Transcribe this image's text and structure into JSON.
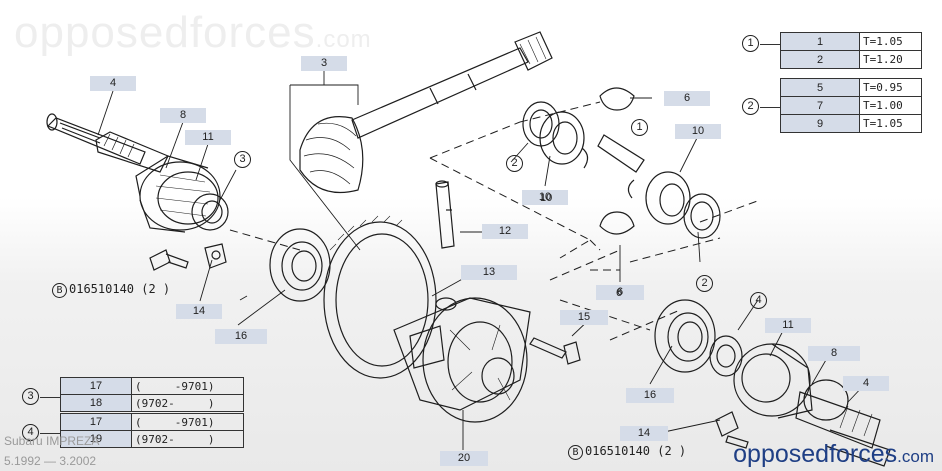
{
  "watermark": {
    "top_main": "opposedforces",
    "top_tld": ".com",
    "br_main": "opposedforces",
    "br_tld": ".com"
  },
  "meta": {
    "model": "Subaru IMPREZA",
    "period": "5.1992 — 3.2002"
  },
  "callouts": [
    {
      "id": "4-top",
      "text": "4"
    },
    {
      "id": "8-top",
      "text": "8"
    },
    {
      "id": "11-top",
      "text": "11"
    },
    {
      "id": "3-top",
      "text": "3"
    },
    {
      "id": "6-top",
      "text": "6"
    },
    {
      "id": "10-top",
      "text": "10"
    },
    {
      "id": "10-mid",
      "text": "10"
    },
    {
      "id": "12",
      "text": "12"
    },
    {
      "id": "13",
      "text": "13"
    },
    {
      "id": "14-left",
      "text": "14"
    },
    {
      "id": "16-left",
      "text": "16"
    },
    {
      "id": "15",
      "text": "15"
    },
    {
      "id": "6-bottom",
      "text": "6"
    },
    {
      "id": "16-right",
      "text": "16"
    },
    {
      "id": "11-right",
      "text": "11"
    },
    {
      "id": "8-right",
      "text": "8"
    },
    {
      "id": "4-right",
      "text": "4"
    },
    {
      "id": "14-right",
      "text": "14"
    },
    {
      "id": "20",
      "text": "20"
    }
  ],
  "plain_labels": {
    "l10": "10",
    "l6": "6"
  },
  "ring_labels": {
    "r3": "3",
    "r2a": "2",
    "r1": "1",
    "r2b": "2",
    "r4": "4"
  },
  "bolt_codes": {
    "left": {
      "circle": "B",
      "code": "016510140 (2 )"
    },
    "right": {
      "circle": "B",
      "code": "016510140 (2 )"
    }
  },
  "spec_table_1": {
    "group": "1",
    "rows": [
      {
        "part": "1",
        "value": "T=1.05"
      },
      {
        "part": "2",
        "value": "T=1.20"
      }
    ]
  },
  "spec_table_2": {
    "group": "2",
    "rows": [
      {
        "part": "5",
        "value": "T=0.95"
      },
      {
        "part": "7",
        "value": "T=1.00"
      },
      {
        "part": "9",
        "value": "T=1.05"
      }
    ]
  },
  "date_table_3": {
    "group": "3",
    "rows": [
      {
        "part": "17",
        "range": "(     -9701)"
      },
      {
        "part": "18",
        "range": "(9702-     )"
      }
    ]
  },
  "date_table_4": {
    "group": "4",
    "rows": [
      {
        "part": "17",
        "range": "(     -9701)"
      },
      {
        "part": "19",
        "range": "(9702-     )"
      }
    ]
  }
}
